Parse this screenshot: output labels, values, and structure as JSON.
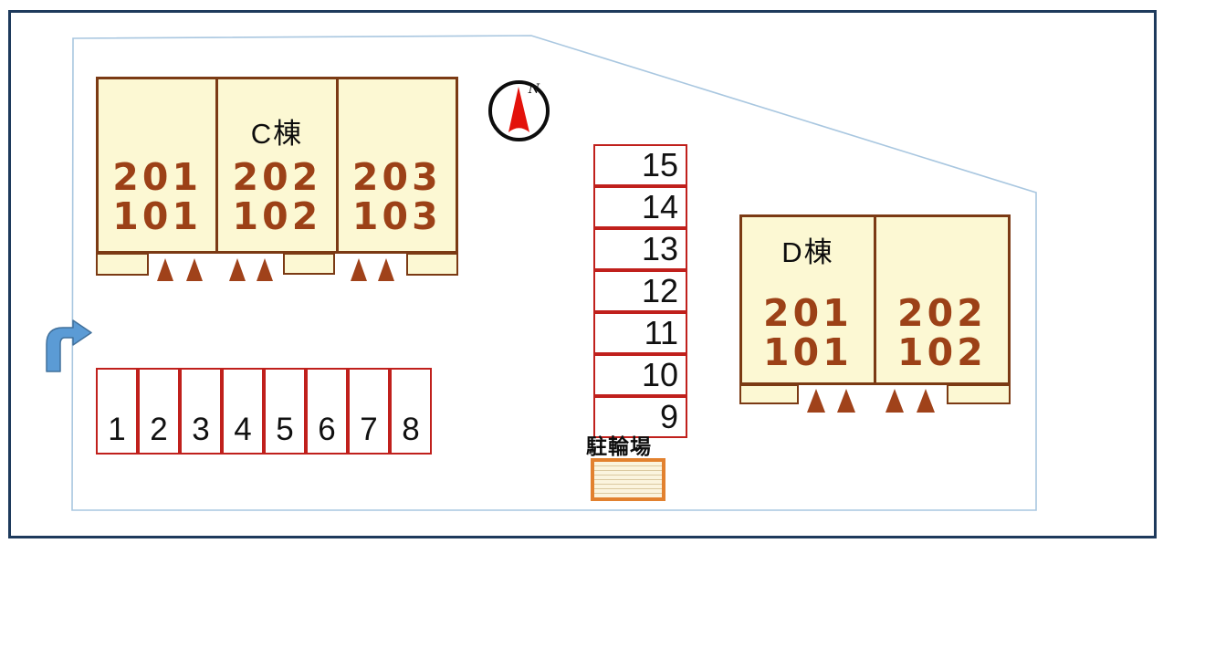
{
  "plan": {
    "compass": {
      "north_label": "N"
    },
    "buildings": {
      "c": {
        "label": "C棟",
        "units": [
          {
            "upper": "201",
            "lower": "101"
          },
          {
            "upper": "202",
            "lower": "102"
          },
          {
            "upper": "203",
            "lower": "103"
          }
        ]
      },
      "d": {
        "label": "D棟",
        "units": [
          {
            "upper": "201",
            "lower": "101"
          },
          {
            "upper": "202",
            "lower": "102"
          }
        ]
      }
    },
    "parking_column": [
      "15",
      "14",
      "13",
      "12",
      "11",
      "10",
      "9"
    ],
    "parking_row": [
      "1",
      "2",
      "3",
      "4",
      "5",
      "6",
      "7",
      "8"
    ],
    "bicycle": {
      "label": "駐輪場"
    },
    "colors": {
      "frame_border": "#1E3A5C",
      "boundary_line": "#A9C7E0",
      "building_fill": "#FCF8D3",
      "building_border": "#7B3A14",
      "unit_number": "#9C4117",
      "tree": "#A0421A",
      "parking_border": "#C0201C",
      "bicycle_border": "#E2812F",
      "arrow_fill": "#5B9BD5",
      "compass_needle": "#E3120B"
    }
  }
}
